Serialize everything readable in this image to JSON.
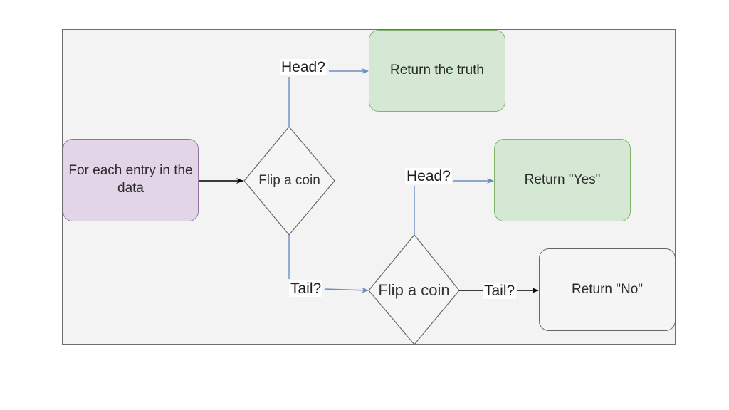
{
  "nodes": {
    "start": "For each entry in the data",
    "flip1": "Flip a coin",
    "flip2": "Flip a coin",
    "truth": "Return the truth",
    "yes": "Return \"Yes\"",
    "no": "Return \"No\""
  },
  "edges": {
    "head1": "Head?",
    "tail1": "Tail?",
    "head2": "Head?",
    "tail2": "Tail?"
  },
  "colors": {
    "purple_fill": "#e1d5e7",
    "green_fill": "#d5e8d4",
    "blue_arrow": "#6c8ebf",
    "black_arrow": "#000000"
  }
}
